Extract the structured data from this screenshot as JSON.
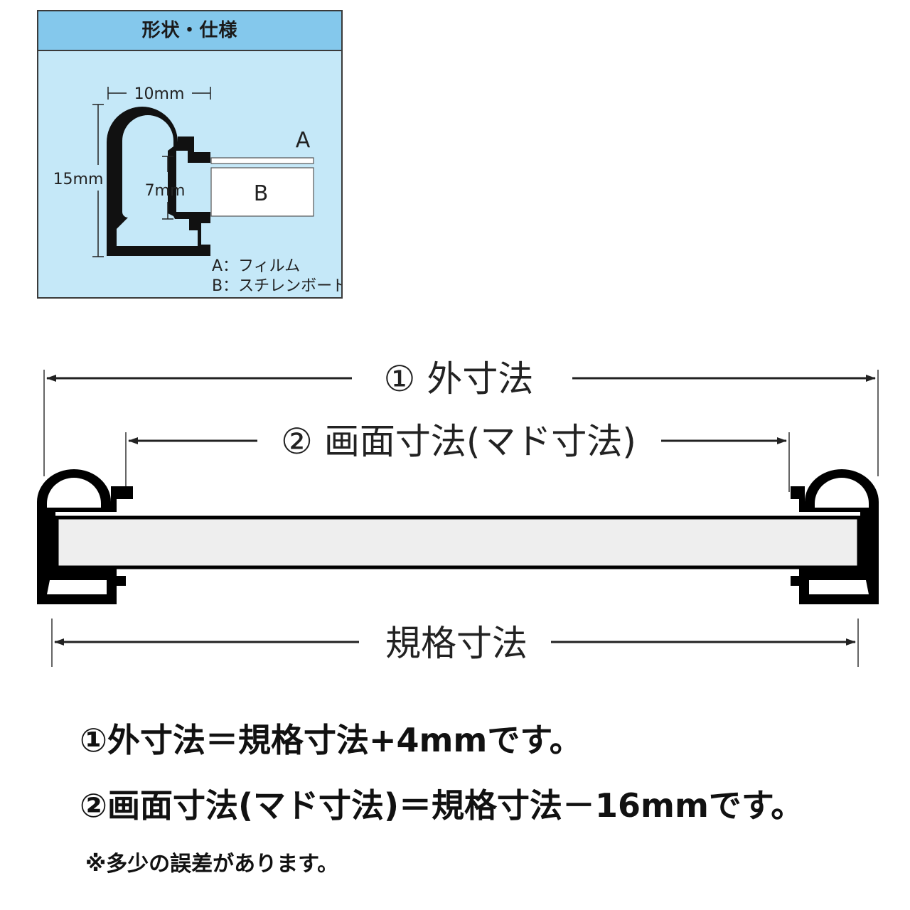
{
  "spec": {
    "title": "形状・仕様",
    "width_label": "10mm",
    "height_label": "15mm",
    "inner_label": "7mm",
    "label_a": "A",
    "label_b": "B",
    "legend_a": "A：フィルム",
    "legend_b": "B：スチレンボード"
  },
  "frame": {
    "outer_label": "① 外寸法",
    "screen_label": "② 画面寸法(マド寸法)",
    "standard_label": "規格寸法"
  },
  "notes": {
    "line1": "①外寸法＝規格寸法+4mmです。",
    "line2": "②画面寸法(マド寸法)＝規格寸法－16mmです。",
    "line3": "※多少の誤差があります。"
  },
  "colors": {
    "panel_bg": "#c5e8f8",
    "panel_header": "#84c8ec",
    "board_fill": "#eeeeee"
  }
}
